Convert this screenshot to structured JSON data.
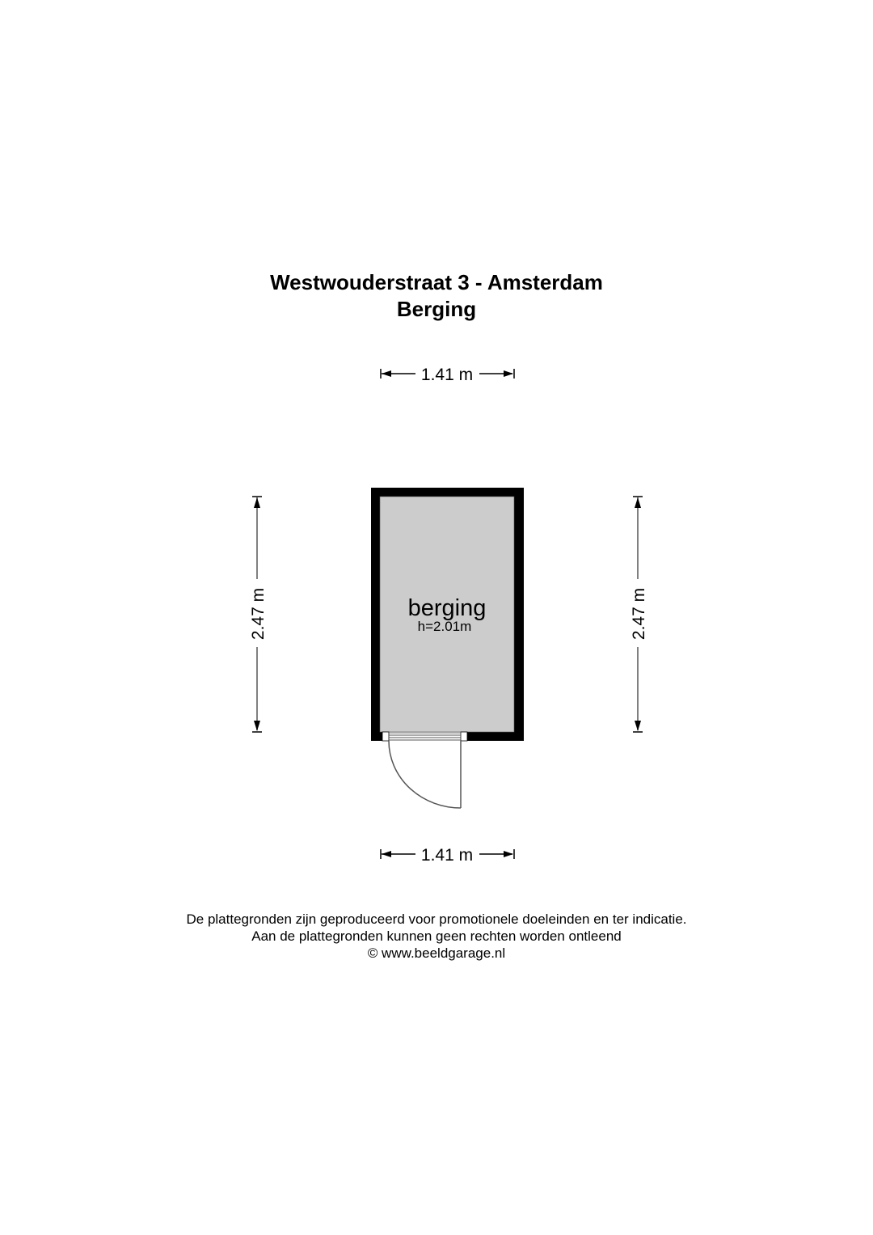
{
  "header": {
    "title": "Westwouderstraat 3 - Amsterdam",
    "subtitle": "Berging"
  },
  "floorplan": {
    "room": {
      "name": "berging",
      "height_label": "h=2.01m",
      "fill_color": "#cccccc",
      "wall_color": "#000000"
    },
    "dimensions": {
      "top_width": "1.41 m",
      "bottom_width": "1.41 m",
      "left_depth": "2.47 m",
      "right_depth": "2.47 m"
    },
    "door": {
      "type": "single-swing",
      "position": "bottom-wall"
    }
  },
  "footer": {
    "line1": "De plattegronden zijn geproduceerd voor promotionele doeleinden en ter indicatie.",
    "line2": "Aan de plattegronden kunnen geen rechten worden ontleend",
    "line3": "© www.beeldgarage.nl"
  }
}
